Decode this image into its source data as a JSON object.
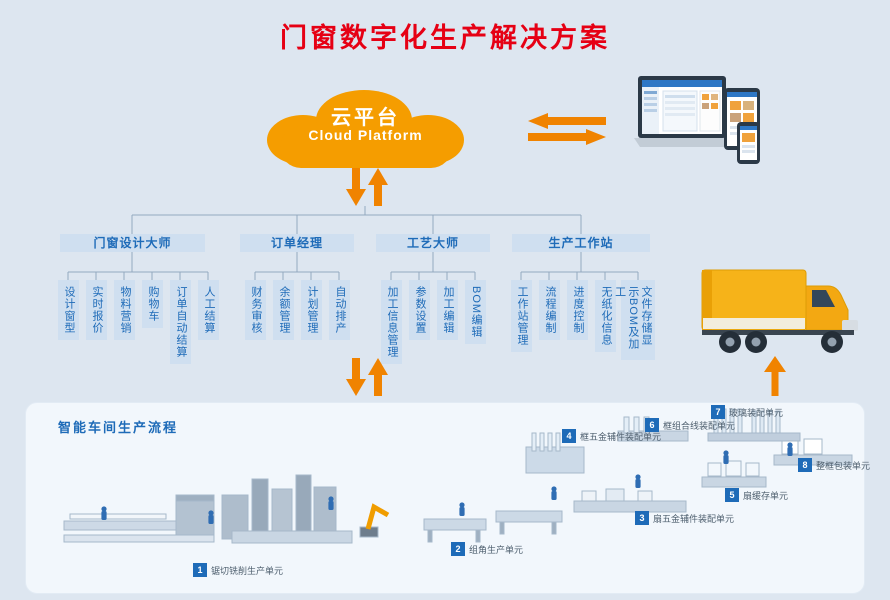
{
  "page": {
    "title": "门窗数字化生产解决方案"
  },
  "cloud": {
    "title": "云平台",
    "subtitle": "Cloud Platform"
  },
  "tree": {
    "branches": [
      {
        "label": "门窗设计大师",
        "children": [
          "设计窗型",
          "实时报价",
          "物料营销",
          "购物车",
          "订单自动结算",
          "人工结算"
        ]
      },
      {
        "label": "订单经理",
        "children": [
          "财务审核",
          "余额管理",
          "计划管理",
          "自动排产"
        ]
      },
      {
        "label": "工艺大师",
        "children": [
          "加工信息管理",
          "参数设置",
          "加工编辑",
          "BOM编辑"
        ]
      },
      {
        "label": "生产工作站",
        "children": [
          "工作站管理",
          "流程编制",
          "进度控制",
          "无纸化信息",
          "文件存储显示BOM及加工"
        ]
      }
    ]
  },
  "workshop": {
    "title": "智能车间生产流程",
    "units": [
      {
        "num": "1",
        "label": "锯切铣削生产单元"
      },
      {
        "num": "2",
        "label": "组角生产单元"
      },
      {
        "num": "3",
        "label": "扇五金辅件装配单元"
      },
      {
        "num": "4",
        "label": "框五金辅件装配单元"
      },
      {
        "num": "5",
        "label": "扇缓存单元"
      },
      {
        "num": "6",
        "label": "框组合线装配单元"
      },
      {
        "num": "7",
        "label": "玻璃装配单元"
      },
      {
        "num": "8",
        "label": "整框包装单元"
      }
    ]
  },
  "colors": {
    "title_red": "#e60014",
    "accent_orange": "#f08300",
    "cloud_orange": "#f59d00",
    "primary_blue": "#1e6bb8",
    "box_blue": "#cfdff0",
    "background": "#dde6f0"
  }
}
